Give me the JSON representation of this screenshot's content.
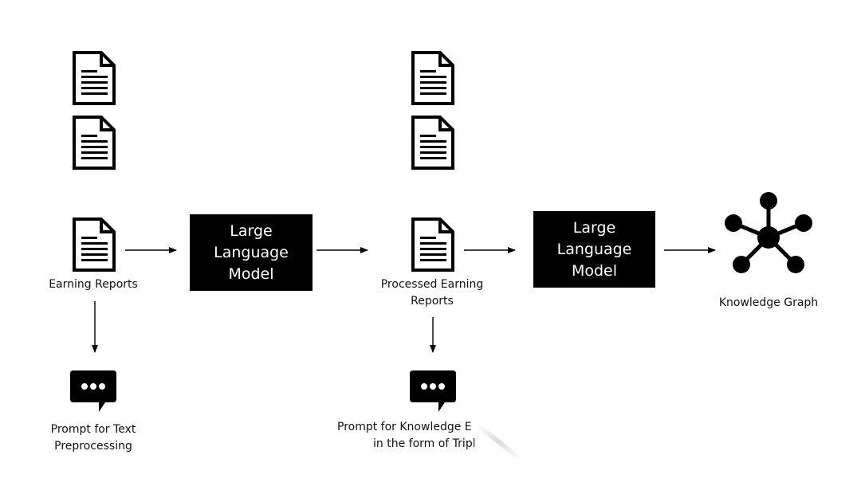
{
  "nodes": {
    "earning_reports": {
      "label": "Earning Reports"
    },
    "llm_1": {
      "line1": "Large",
      "line2": "Language",
      "line3": "Model"
    },
    "processed_reports": {
      "line1": "Processed Earning",
      "line2": "Reports"
    },
    "llm_2": {
      "line1": "Large",
      "line2": "Language",
      "line3": "Model"
    },
    "knowledge_graph": {
      "label": "Knowledge Graph"
    },
    "prompt_preprocessing": {
      "line1": "Prompt for Text",
      "line2": "Preprocessing"
    },
    "prompt_extraction": {
      "line1": "Prompt for Knowledge E",
      "line2": "in the form of Tripl"
    }
  },
  "icons": {
    "document": "document-icon",
    "chat": "chat-bubble-icon",
    "graph": "knowledge-graph-icon"
  },
  "colors": {
    "box_fill": "#000000",
    "box_text": "#ffffff",
    "arrow": "#000000",
    "background": "#ffffff"
  }
}
